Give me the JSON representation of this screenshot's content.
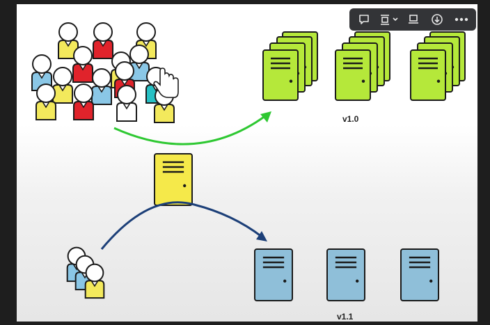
{
  "toolbar": {
    "buttons": [
      {
        "name": "comment-button",
        "icon": "comment-icon"
      },
      {
        "name": "layout-button",
        "icon": "layout-icon",
        "has_dropdown": true
      },
      {
        "name": "present-button",
        "icon": "present-icon"
      },
      {
        "name": "download-button",
        "icon": "download-icon"
      },
      {
        "name": "more-button",
        "icon": "more-icon"
      }
    ]
  },
  "diagram": {
    "labels": {
      "v1_0": "v1.0",
      "v1_1": "v1.1"
    },
    "colors": {
      "server_green": "#b5e83a",
      "server_yellow": "#f5e94a",
      "server_blue": "#8fbfd9",
      "arrow_green": "#2ec832",
      "arrow_blue": "#1c3f78",
      "person_red": "#e0232b",
      "person_yellow": "#f3e95c",
      "person_blue": "#8ac7e6",
      "person_teal": "#27c0c4",
      "person_white": "#ffffff"
    }
  }
}
